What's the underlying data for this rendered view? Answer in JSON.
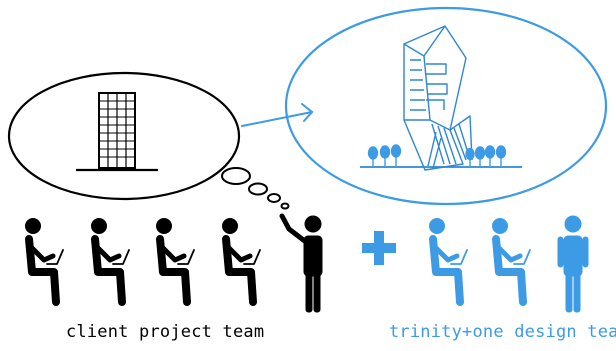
{
  "colors": {
    "client": "#000000",
    "design": "#3d9be6",
    "building_outline": "#2f86d6"
  },
  "labels": {
    "client_team": "client project team",
    "design_team": "trinity+one design team"
  },
  "groups": {
    "client": {
      "seated_people": 4,
      "standing_people": 1,
      "standing_pose": "pointing"
    },
    "design": {
      "seated_people": 2,
      "standing_people": 1,
      "standing_pose": "neutral"
    }
  },
  "icons": {
    "client_thought": "plain-tower-icon",
    "design_thought": "sculptural-tower-icon",
    "connector": "arrow-icon",
    "joiner": "plus-icon"
  }
}
